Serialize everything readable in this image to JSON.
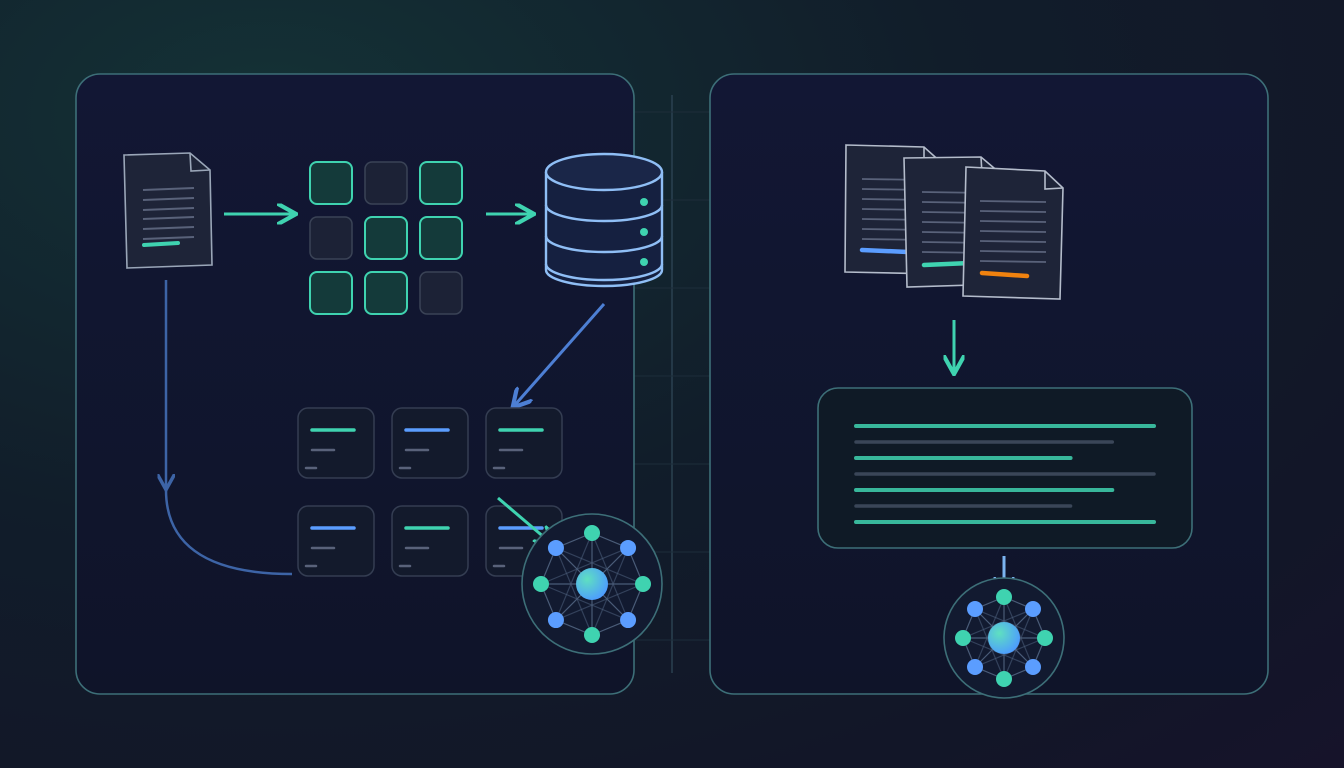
{
  "diagram": {
    "panels": [
      {
        "id": "ingestion-pipeline"
      },
      {
        "id": "retrieval-synthesis"
      }
    ],
    "source_document": {
      "accent": "#3fd3b0"
    },
    "embedding_grid": {
      "cells": [
        1,
        0,
        1,
        0,
        1,
        1,
        1,
        1,
        0
      ]
    },
    "vector_database": {
      "indicators": 3
    },
    "chunk_cards": [
      {
        "accent": "#3fd3b0"
      },
      {
        "accent": "#5b9dff"
      },
      {
        "accent": "#3fd3b0"
      },
      {
        "accent": "#5b9dff"
      },
      {
        "accent": "#3fd3b0"
      },
      {
        "accent": "#5b9dff"
      }
    ],
    "retrieved_documents": [
      {
        "accent": "#5b9dff"
      },
      {
        "accent": "#3fd3b0"
      },
      {
        "accent": "#f0820f"
      }
    ],
    "answer_panel": {
      "lines": [
        {
          "fill": 1.0,
          "accent": true
        },
        {
          "fill": 0.86,
          "accent": false
        },
        {
          "fill": 0.72,
          "accent": true
        },
        {
          "fill": 1.0,
          "accent": false
        },
        {
          "fill": 0.86,
          "accent": true
        },
        {
          "fill": 0.72,
          "accent": false
        },
        {
          "fill": 1.0,
          "accent": true
        }
      ]
    },
    "graph_nodes": 8
  },
  "colors": {
    "teal": "#3fd3b0",
    "blue": "#5b9dff",
    "orange": "#f0820f",
    "panel_border": "#3d6f78",
    "panel_fill": "#111630"
  }
}
